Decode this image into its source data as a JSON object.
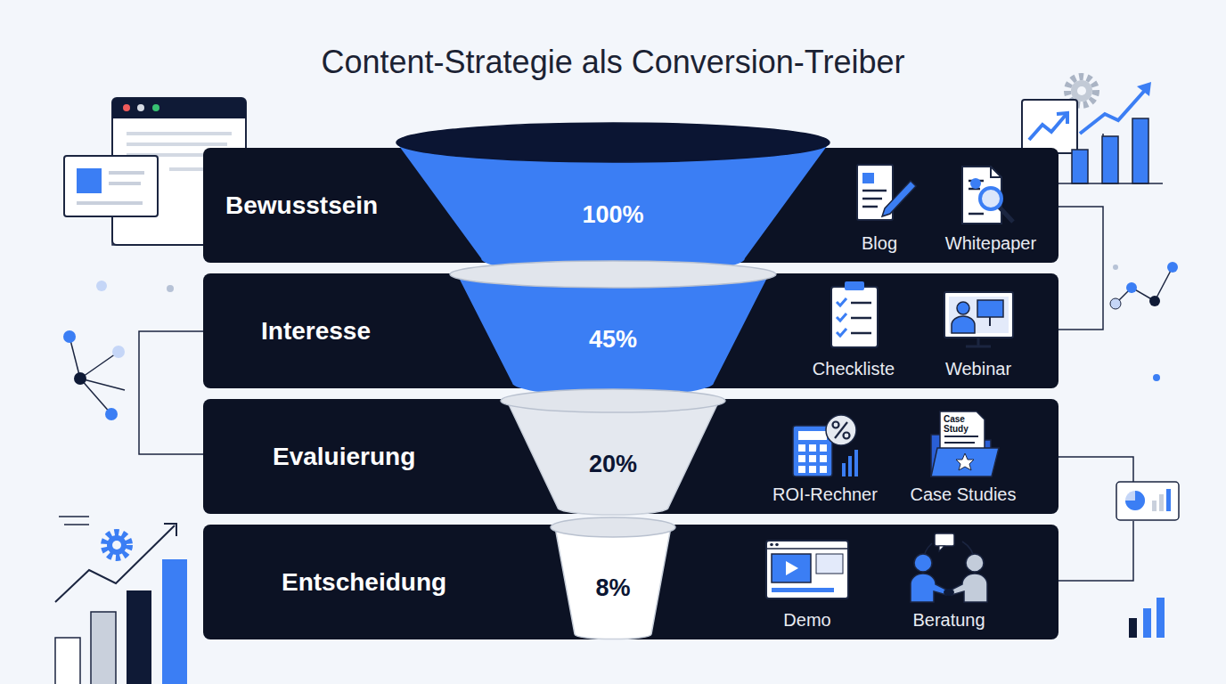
{
  "diagram": {
    "title": "Content-Strategie als Conversion-Treiber",
    "nodes": [
      {
        "text": [
          "Bewusstsein"
        ]
      },
      {
        "text": [
          "100%"
        ],
        "in": 0
      },
      {
        "text": [
          "Interesse"
        ]
      },
      {
        "text": [
          "45%"
        ],
        "in": 2
      },
      {
        "text": [
          "Evaluierung"
        ]
      },
      {
        "text": [
          "20%"
        ],
        "in": 4
      },
      {
        "text": [
          "Entscheidung"
        ]
      },
      {
        "text": [
          "8%"
        ],
        "in": 6
      }
    ],
    "labels": [
      "Blog",
      "Whitepaper",
      "Checkliste",
      "Webinar",
      "ROI-Rechner",
      "Case Study",
      "Case Studies",
      "Demo",
      "Beratung"
    ]
  }
}
